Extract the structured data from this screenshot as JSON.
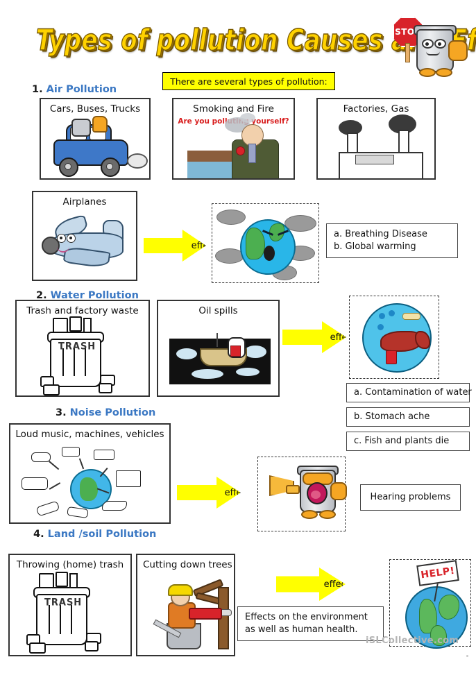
{
  "worksheet": {
    "title": "Types of pollution  Causes and Effects",
    "intro_banner": "There are several types of pollution:",
    "watermark": "iSLCollective.com",
    "stop_sign_label": "STOP",
    "arrow_label": "effect"
  },
  "sections": [
    {
      "number": "1.",
      "name": "Air Pollution",
      "causes": [
        {
          "title": "Cars, Buses, Trucks",
          "subtitle": "",
          "art": "car"
        },
        {
          "title": "Smoking and Fire",
          "subtitle": "Are you polluting yourself?",
          "art": "smoker"
        },
        {
          "title": "Factories, Gas",
          "subtitle": "",
          "art": "factory"
        },
        {
          "title": "Airplanes",
          "subtitle": "",
          "art": "airplane"
        }
      ],
      "effect_label": "effect",
      "effect_image": "coughing-earth",
      "effects": [
        "a.  Breathing Disease",
        "b.  Global warming"
      ]
    },
    {
      "number": "2.",
      "name": "Water Pollution",
      "causes": [
        {
          "title": "Trash and factory waste",
          "subtitle": "",
          "art": "trashcan"
        },
        {
          "title": "Oil spills",
          "subtitle": "",
          "art": "oilspill"
        }
      ],
      "effect_label": "effect",
      "effect_image": "polluted-fishbowl",
      "effects": [
        "a. Contamination of water",
        "b.   Stomach ache",
        "c.   Fish and plants die"
      ]
    },
    {
      "number": "3.",
      "name": "Noise Pollution",
      "causes": [
        {
          "title": "Loud music, machines, vehicles",
          "subtitle": "",
          "art": "noisy-globe"
        }
      ],
      "effect_label": "effect",
      "effect_image": "shouting-trashcan-megaphone",
      "effects": [
        "Hearing  problems"
      ]
    },
    {
      "number": "4.",
      "name": "Land /soil   Pollution",
      "causes": [
        {
          "title": "Throwing (home) trash",
          "subtitle": "",
          "art": "trashcan"
        },
        {
          "title": "Cutting down trees",
          "subtitle": "",
          "art": "lumberjack"
        }
      ],
      "effect_label": "effect",
      "effect_image": "help-globe",
      "effects": [
        "Effects on the environment",
        "as well as human health."
      ]
    }
  ],
  "labels": {
    "trash_can_text": "TRASH",
    "help_sign_text": "HELP!"
  },
  "colors": {
    "title_yellow": "#FFD200",
    "banner_yellow": "#FFFF00",
    "heading_blue": "#3B78C3",
    "warning_red": "#D81E1E",
    "arrow_yellow": "#FFFF00"
  }
}
